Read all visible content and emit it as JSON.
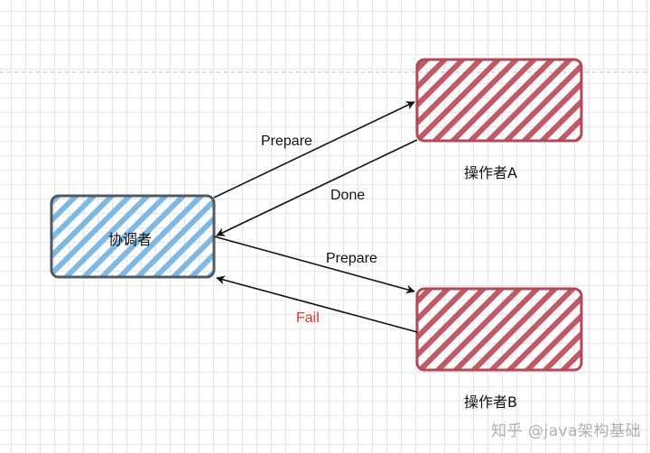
{
  "nodes": {
    "coordinator": {
      "label": "协调者"
    },
    "operator_a": {
      "label": "操作者A"
    },
    "operator_b": {
      "label": "操作者B"
    }
  },
  "edges": {
    "prepare_a": {
      "label": "Prepare"
    },
    "done_a": {
      "label": "Done"
    },
    "prepare_b": {
      "label": "Prepare"
    },
    "fail_b": {
      "label": "Fail",
      "color": "#d9352b"
    }
  },
  "colors": {
    "coordinator_fill": "#7fb8e3",
    "coordinator_stroke": "#4f5a66",
    "operator_fill": "#c05a66",
    "operator_stroke": "#b04a58"
  },
  "watermark": {
    "text": "知乎 @java架构基础"
  }
}
